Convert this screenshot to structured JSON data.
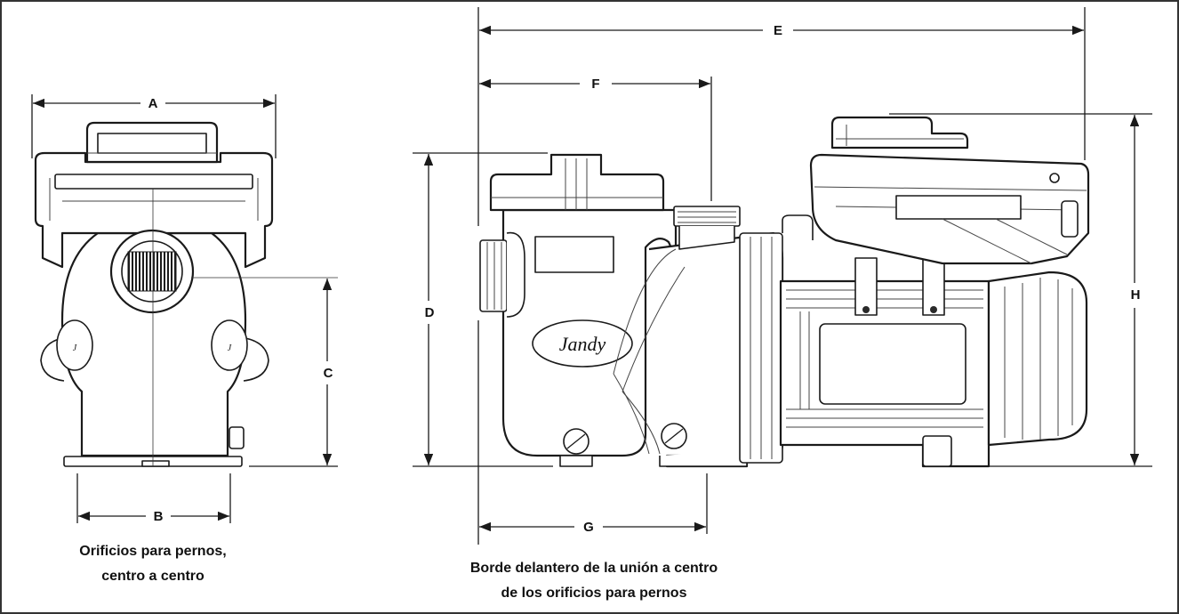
{
  "dimensions": {
    "a": "A",
    "b": "B",
    "c": "C",
    "d": "D",
    "e": "E",
    "f": "F",
    "g": "G",
    "h": "H"
  },
  "captions": {
    "bolt_holes_line1": "Orificios para pernos,",
    "bolt_holes_line2": "centro a centro",
    "union_edge_line1": "Borde delantero de la unión a centro",
    "union_edge_line2": "de los orificios para pernos"
  },
  "brand": {
    "logo_text": "Jandy"
  },
  "colors": {
    "line": "#1a1a1a",
    "background": "#ffffff",
    "frame": "#333333"
  }
}
